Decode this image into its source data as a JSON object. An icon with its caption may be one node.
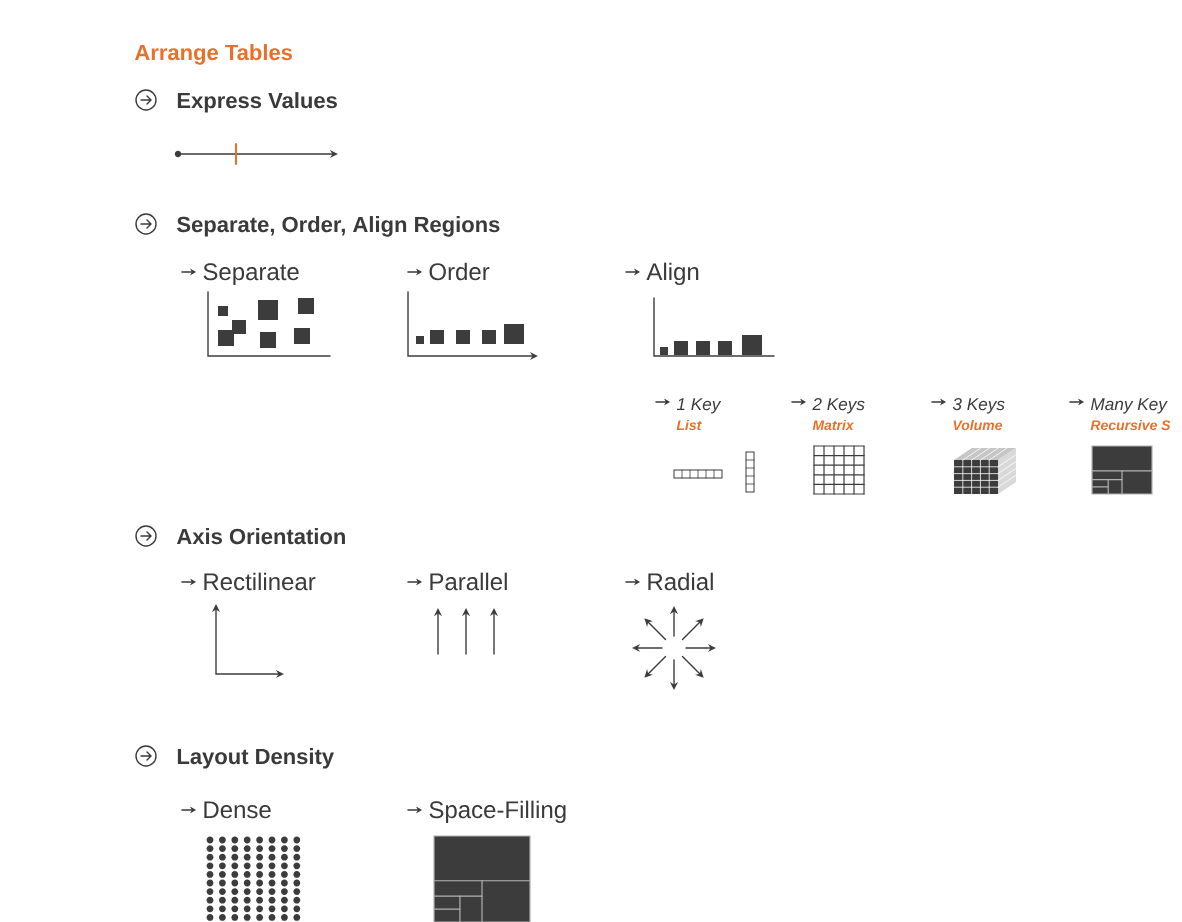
{
  "diagram": {
    "title": "Arrange Tables",
    "labels": [
      "Express Values",
      "Separate, Order, Align Regions",
      "Separate",
      "Order",
      "Align",
      "1 Key",
      "List",
      "2  Keys",
      "Matrix",
      "3 Keys",
      "Volume",
      "Many Key",
      "Recursive S",
      "Axis Orientation",
      "Rectilinear",
      "Parallel",
      "Radial",
      "Layout Density",
      "Dense",
      "Space-Filling"
    ]
  }
}
